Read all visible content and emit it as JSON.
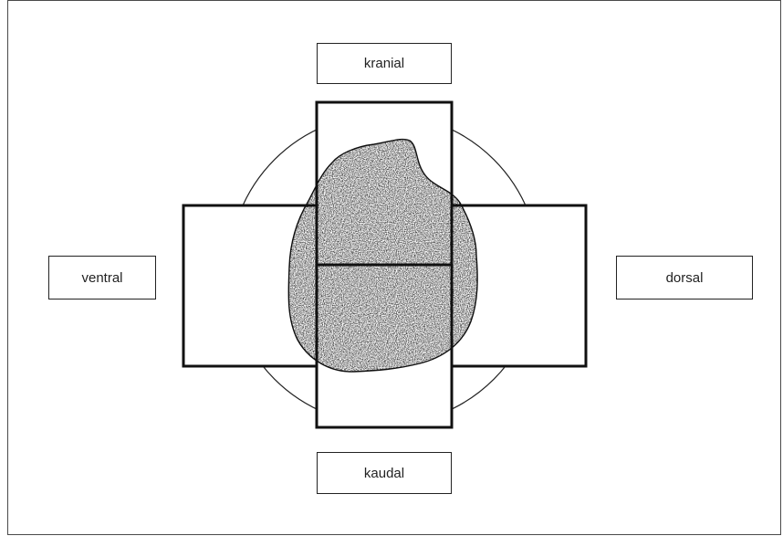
{
  "diagram": {
    "labels": {
      "top": "kranial",
      "bottom": "kaudal",
      "left": "ventral",
      "right": "dorsal"
    },
    "colors": {
      "outline": "#111111",
      "specimen_fill": "#9a9a9a",
      "frame": "#4a4a4a"
    }
  }
}
